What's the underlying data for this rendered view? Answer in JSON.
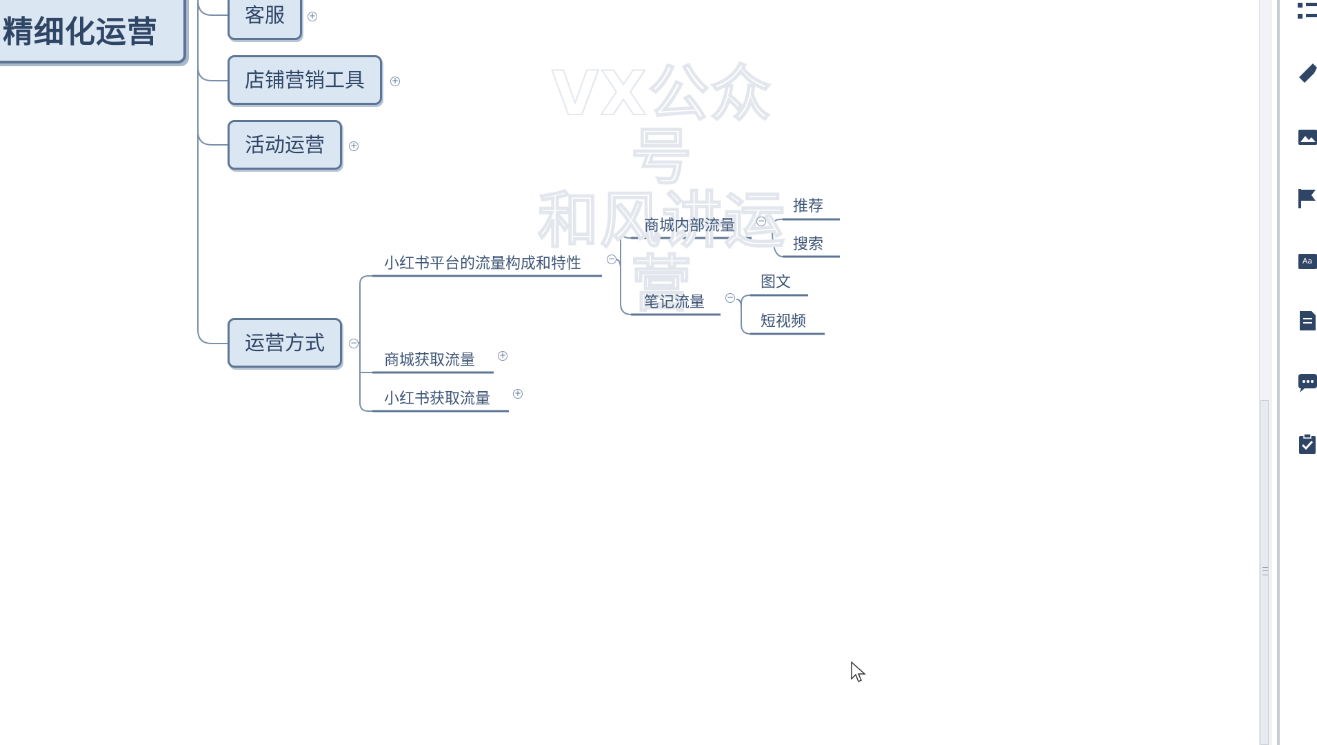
{
  "mindmap": {
    "root": {
      "label": "精细化运营"
    },
    "level1": [
      {
        "label": "客服",
        "toggle": "+"
      },
      {
        "label": "店铺营销工具",
        "toggle": "+"
      },
      {
        "label": "活动运营",
        "toggle": "+"
      },
      {
        "label": "运营方式",
        "toggle": "−"
      }
    ],
    "operation_children": [
      {
        "label": "小红书平台的流量构成和特性",
        "toggle": "−"
      },
      {
        "label": "商城获取流量",
        "toggle": "+"
      },
      {
        "label": "小红书获取流量",
        "toggle": "+"
      }
    ],
    "traffic_groups": [
      {
        "label": "商城内部流量",
        "toggle": "−",
        "children": [
          "推荐",
          "搜索"
        ]
      },
      {
        "label": "笔记流量",
        "toggle": "−",
        "children": [
          "图文",
          "短视频"
        ]
      }
    ]
  },
  "watermark": {
    "line1": "VX公众号",
    "line2": "和风讲运营"
  },
  "right_toolbar": {
    "icons": [
      "outline-icon",
      "paint-brush-icon",
      "image-icon",
      "flag-icon",
      "text-style-icon",
      "note-icon",
      "comment-icon",
      "task-icon"
    ]
  },
  "colors": {
    "node_fill": "#dbe6f3",
    "node_border": "#5d7594",
    "text": "#2f4565",
    "connector": "#6f85a3"
  }
}
